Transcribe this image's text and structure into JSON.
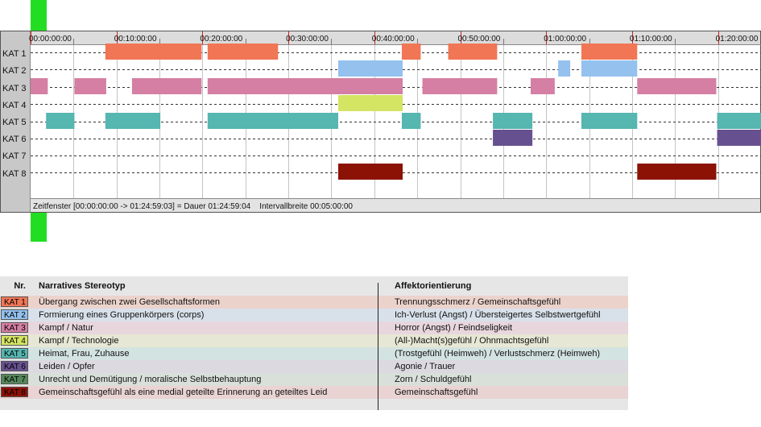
{
  "timeline": {
    "tick_labels": [
      "00:00:00:00",
      "00:10:00:00",
      "00:20:00:00",
      "00:30:00:00",
      "00:40:00:00",
      "00:50:00:00",
      "01:00:00:00",
      "01:10:00:00",
      "01:20:00:00"
    ],
    "row_labels": [
      "KAT 1",
      "KAT 2",
      "KAT 3",
      "KAT 4",
      "KAT 5",
      "KAT 6",
      "KAT 7",
      "KAT 8"
    ],
    "status_text": "Zeitfenster [00:00:00:00 -> 01:24:59:03] = Dauer 01:24:59:04    Intervallbreite 00:05:00:00"
  },
  "chart_data": {
    "type": "timeline",
    "x_unit": "minutes",
    "xlim": [
      0,
      85
    ],
    "tick_minutes": [
      0,
      10,
      20,
      30,
      40,
      50,
      60,
      70,
      80
    ],
    "grid": true,
    "categories": [
      "KAT 1",
      "KAT 2",
      "KAT 3",
      "KAT 4",
      "KAT 5",
      "KAT 6",
      "KAT 7",
      "KAT 8"
    ],
    "colors": [
      "#f07655",
      "#94c1ee",
      "#d47fa3",
      "#d3e562",
      "#56b6b0",
      "#67508f",
      "#55875a",
      "#8c1206"
    ],
    "intervals": [
      [
        [
          8.7,
          19.9
        ],
        [
          20.6,
          28.8
        ],
        [
          43.2,
          45.4
        ],
        [
          48.6,
          54.3
        ],
        [
          64.1,
          70.6
        ]
      ],
      [
        [
          35.8,
          43.3
        ],
        [
          61.4,
          62.8
        ],
        [
          64.1,
          70.6
        ]
      ],
      [
        [
          0,
          2.0
        ],
        [
          5.1,
          8.8
        ],
        [
          11.8,
          19.9
        ],
        [
          20.6,
          43.3
        ],
        [
          45.6,
          54.3
        ],
        [
          58.2,
          61.0
        ],
        [
          70.6,
          79.8
        ]
      ],
      [
        [
          35.8,
          43.3
        ]
      ],
      [
        [
          1.8,
          5.1
        ],
        [
          8.7,
          15.1
        ],
        [
          20.6,
          35.8
        ],
        [
          43.2,
          45.4
        ],
        [
          53.8,
          58.4
        ],
        [
          64.1,
          70.6
        ],
        [
          79.9,
          85
        ]
      ],
      [
        [
          53.8,
          58.4
        ],
        [
          79.9,
          85
        ]
      ],
      [],
      [
        [
          35.8,
          43.3
        ],
        [
          70.6,
          79.8
        ]
      ]
    ]
  },
  "legend": {
    "header": {
      "nr": "Nr.",
      "stereotype": "Narratives Stereotyp",
      "affect": "Affektorientierung"
    },
    "rows": [
      {
        "kat": "KAT 1",
        "stereotype": "Übergang zwischen zwei Gesellschaftsformen",
        "affect": "Trennungsschmerz / Gemeinschaftsgefühl",
        "bg": "#ebd3cc"
      },
      {
        "kat": "KAT 2",
        "stereotype": "Formierung eines Gruppenkörpers (corps)",
        "affect": "Ich-Verlust (Angst) / Übersteigertes Selbstwertgefühl",
        "bg": "#d8e1ea"
      },
      {
        "kat": "KAT 3",
        "stereotype": "Kampf / Natur",
        "affect": "Horror (Angst) / Feindseligkeit",
        "bg": "#e8d6dd"
      },
      {
        "kat": "KAT 4",
        "stereotype": "Kampf / Technologie",
        "affect": "(All-)Macht(s)gefühl / Ohnmachtsgefühl",
        "bg": "#e6e7d4"
      },
      {
        "kat": "KAT 5",
        "stereotype": "Heimat, Frau, Zuhause",
        "affect": "(Trostgefühl (Heimweh) / Verlustschmerz (Heimweh)",
        "bg": "#d3e3e1"
      },
      {
        "kat": "KAT 6",
        "stereotype": "Leiden / Opfer",
        "affect": "Agonie / Trauer",
        "bg": "#dcd9e1"
      },
      {
        "kat": "KAT 7",
        "stereotype": "Unrecht und Demütigung / moralische Selbstbehauptung",
        "affect": "Zorn / Schuldgefühl",
        "bg": "#d9e0d9"
      },
      {
        "kat": "KAT 8",
        "stereotype": "Gemeinschaftsgefühl als eine medial geteilte Erinnerung an geteiltes Leid",
        "affect": "Gemeinschaftsgefühl",
        "bg": "#e9d3d3"
      }
    ]
  }
}
